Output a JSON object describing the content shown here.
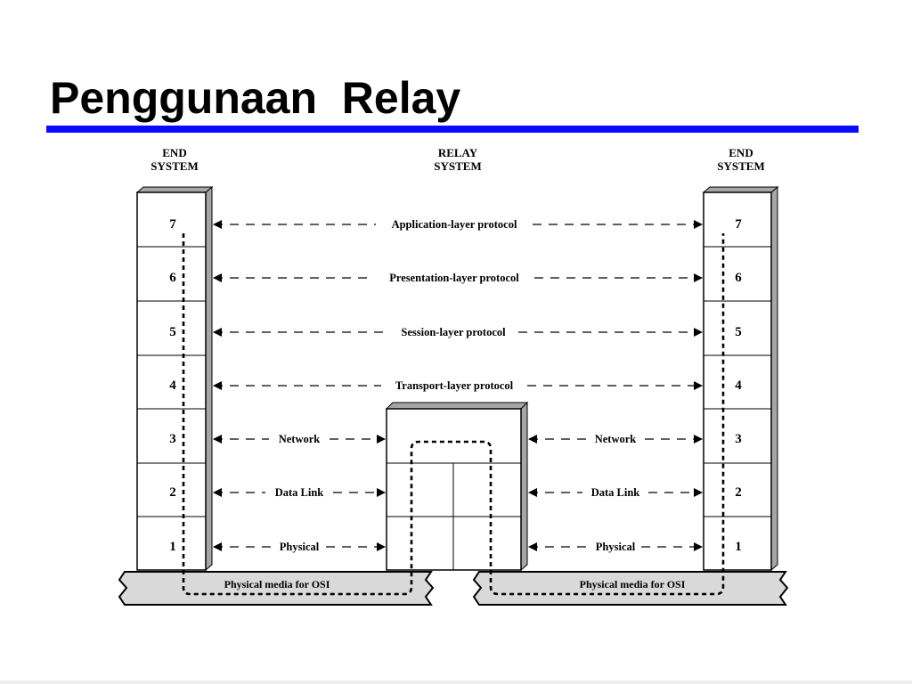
{
  "slide": {
    "title": "Penggunaan  Relay"
  },
  "diagram": {
    "left_end_label": [
      "END",
      "SYSTEM"
    ],
    "relay_label": [
      "RELAY",
      "SYSTEM"
    ],
    "right_end_label": [
      "END",
      "SYSTEM"
    ],
    "layer_numbers": [
      "7",
      "6",
      "5",
      "4",
      "3",
      "2",
      "1"
    ],
    "protocols": {
      "application": "Application-layer protocol",
      "presentation": "Presentation-layer protocol",
      "session": "Session-layer protocol",
      "transport": "Transport-layer protocol"
    },
    "lower_layers": {
      "network": "Network",
      "data_link": "Data Link",
      "physical": "Physical"
    },
    "media_label": "Physical media for OSI",
    "colors": {
      "accent_rule": "#0a0aff",
      "media_fill": "#d9d9d9",
      "shadow": "#a6a6a6"
    }
  }
}
